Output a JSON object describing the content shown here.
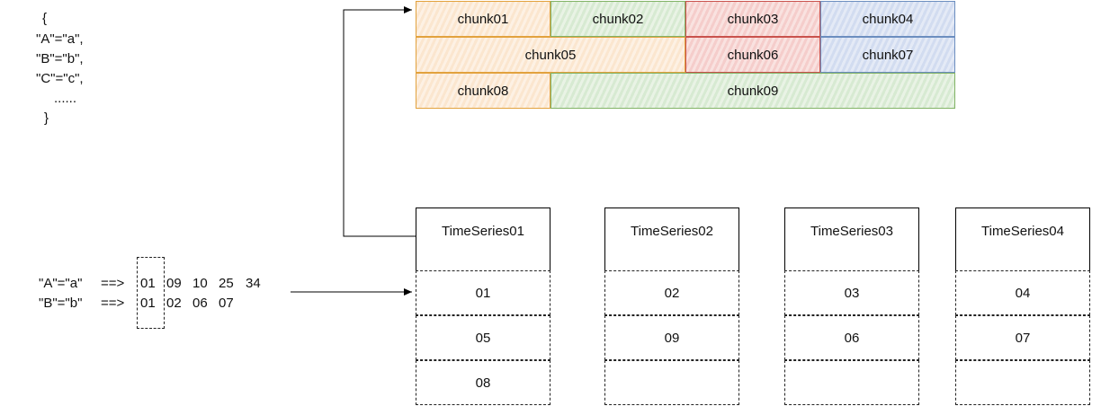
{
  "label_map": {
    "open": "{",
    "lines": [
      "\"A\"=\"a\",",
      "\"B\"=\"b\",",
      "\"C\"=\"c\","
    ],
    "ellipsis": "......",
    "close": "}"
  },
  "chunks": [
    {
      "label": "chunk01",
      "color": "orange"
    },
    {
      "label": "chunk02",
      "color": "green"
    },
    {
      "label": "chunk03",
      "color": "red"
    },
    {
      "label": "chunk04",
      "color": "blue"
    },
    {
      "label": "chunk05",
      "color": "orange"
    },
    {
      "label": "chunk06",
      "color": "red"
    },
    {
      "label": "chunk07",
      "color": "blue"
    },
    {
      "label": "chunk08",
      "color": "orange"
    },
    {
      "label": "chunk09",
      "color": "green"
    }
  ],
  "postings": [
    {
      "label": "\"A\"=\"a\"",
      "arrow": "==>",
      "ids": [
        "01",
        "09",
        "10",
        "25",
        "34"
      ]
    },
    {
      "label": "\"B\"=\"b\"",
      "arrow": "==>",
      "ids": [
        "01",
        "02",
        "06",
        "07"
      ]
    }
  ],
  "timeseries": [
    {
      "title": "TimeSeries01",
      "cells": [
        "01",
        "05",
        "08"
      ]
    },
    {
      "title": "TimeSeries02",
      "cells": [
        "02",
        "09",
        ""
      ]
    },
    {
      "title": "TimeSeries03",
      "cells": [
        "03",
        "06",
        ""
      ]
    },
    {
      "title": "TimeSeries04",
      "cells": [
        "04",
        "07",
        ""
      ]
    }
  ],
  "colors": {
    "orange_border": "#e2a23e",
    "green_border": "#82b366",
    "red_border": "#c9524d",
    "blue_border": "#6c8ebf"
  }
}
